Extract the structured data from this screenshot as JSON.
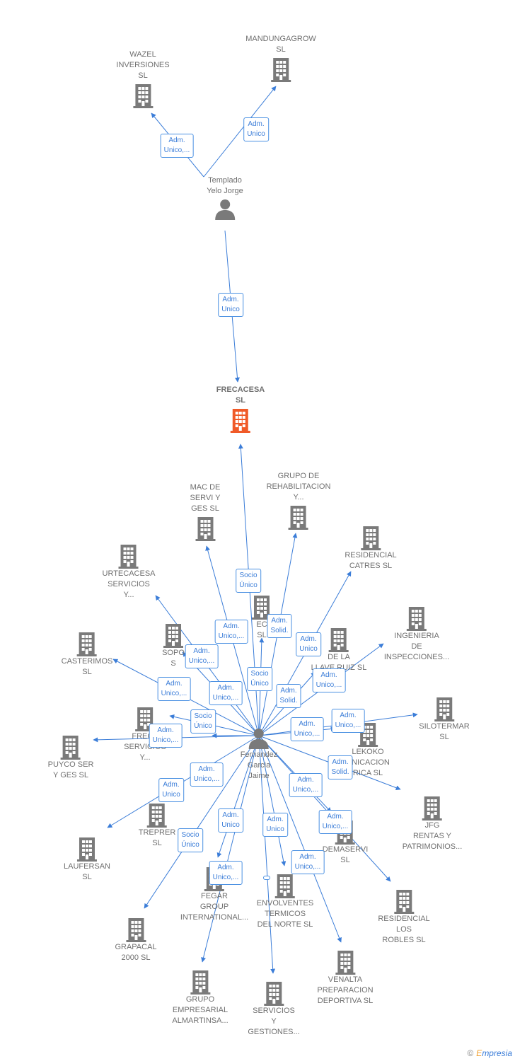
{
  "colors": {
    "edge": "#3b7dd8",
    "icon": "#7a7a7a",
    "focus_icon": "#f05a28",
    "person_icon": "#7a7a7a"
  },
  "nodes": [
    {
      "id": "wazel",
      "label": "WAZEL\nINVERSIONES\nSL",
      "icon": "building-icon"
    },
    {
      "id": "mandunga",
      "label": "MANDUNGAGROW\nSL",
      "icon": "building-icon"
    },
    {
      "id": "templado",
      "label": "Templado\nYelo Jorge",
      "icon": "person-icon"
    },
    {
      "id": "frecacesa",
      "label": "FRECACESA\nSL",
      "icon": "building-icon",
      "focus": true
    },
    {
      "id": "macdeservi",
      "label": "MAC DE\nSERVI Y\nGES  SL",
      "icon": "building-icon"
    },
    {
      "id": "gruporehab",
      "label": "GRUPO DE\nREHABILITACION\nY...",
      "icon": "building-icon"
    },
    {
      "id": "rescatres",
      "label": "RESIDENCIAL\nCATRES SL",
      "icon": "building-icon"
    },
    {
      "id": "urtecacesa",
      "label": "URTECACESA\nSERVICIOS\nY...",
      "icon": "building-icon"
    },
    {
      "id": "ingenieria",
      "label": "INGENIERIA\nDE\nINSPECCIONES...",
      "icon": "building-icon"
    },
    {
      "id": "casterimos",
      "label": "CASTERIMOS\nSL",
      "icon": "building-icon"
    },
    {
      "id": "sopo",
      "label": "SOPO\nS",
      "icon": "building-icon"
    },
    {
      "id": "ec",
      "label": "EC\nSL",
      "icon": "building-icon"
    },
    {
      "id": "delallave",
      "label": "DE LA\nLLAVE RUIZ SL",
      "icon": "building-icon"
    },
    {
      "id": "silotermar",
      "label": "SILOTERMAR\nSL",
      "icon": "building-icon"
    },
    {
      "id": "frecaserv",
      "label": "FRECA\nSERVICIOS\nY...",
      "icon": "building-icon"
    },
    {
      "id": "puyco",
      "label": "PUYCO SER\nY GES  SL",
      "icon": "building-icon"
    },
    {
      "id": "fernandez",
      "label": "Fernandez\nGarcia\nJaime",
      "icon": "person-icon"
    },
    {
      "id": "lekoko",
      "label": "LEKOKO\nUNICACION\nRICA  SL",
      "icon": "building-icon"
    },
    {
      "id": "jfg",
      "label": "JFG\nRENTAS Y\nPATRIMONIOS...",
      "icon": "building-icon"
    },
    {
      "id": "treprer",
      "label": "TREPRER\nSL",
      "icon": "building-icon"
    },
    {
      "id": "laufersan",
      "label": "LAUFERSAN\nSL",
      "icon": "building-icon"
    },
    {
      "id": "demaservi",
      "label": "DEMASERVI\nSL",
      "icon": "building-icon"
    },
    {
      "id": "fegar",
      "label": "FEGAR\nGROUP\nINTERNATIONAL...",
      "icon": "building-icon"
    },
    {
      "id": "envolventes",
      "label": "ENVOLVENTES\nTERMICOS\nDEL NORTE SL",
      "icon": "building-icon"
    },
    {
      "id": "reslosrobles",
      "label": "RESIDENCIAL\nLOS\nROBLES  SL",
      "icon": "building-icon"
    },
    {
      "id": "grapacal",
      "label": "GRAPACAL\n2000  SL",
      "icon": "building-icon"
    },
    {
      "id": "venalta",
      "label": "VENALTA\nPREPARACION\nDEPORTIVA  SL",
      "icon": "building-icon"
    },
    {
      "id": "grupoemp",
      "label": "GRUPO\nEMPRESARIAL\nALMARTINSA...",
      "icon": "building-icon"
    },
    {
      "id": "servicios",
      "label": "SERVICIOS\nY\nGESTIONES...",
      "icon": "building-icon"
    }
  ],
  "relations": [
    {
      "label": "Adm.\nUnico,..."
    },
    {
      "label": "Adm.\nUnico"
    },
    {
      "label": "Adm.\nUnico"
    },
    {
      "label": "Socio\nÚnico"
    },
    {
      "label": "Adm.\nSolid."
    },
    {
      "label": "Adm.\nUnico,..."
    },
    {
      "label": "Adm.\nUnico"
    },
    {
      "label": "Adm.\nUnico,..."
    },
    {
      "label": "Adm.\nUnico,..."
    },
    {
      "label": "Socio\nÚnico"
    },
    {
      "label": "Adm.\nUnico,..."
    },
    {
      "label": "Adm.\nUnico,..."
    },
    {
      "label": "Adm.\nSolid."
    },
    {
      "label": "Socio\nÚnico"
    },
    {
      "label": "Adm.\nUnico,..."
    },
    {
      "label": "Adm.\nUnico,..."
    },
    {
      "label": "Adm.\nUnico,..."
    },
    {
      "label": "Adm.\nSolid."
    },
    {
      "label": "Adm.\nUnico,..."
    },
    {
      "label": "Adm.\nUnico,..."
    },
    {
      "label": "Adm.\nUnico"
    },
    {
      "label": "Adm.\nUnico"
    },
    {
      "label": "Adm.\nUnico"
    },
    {
      "label": "Adm.\nUnico,..."
    },
    {
      "label": "Socio\nÚnico"
    },
    {
      "label": "Adm.\nUnico,..."
    },
    {
      "label": "Adm.\nUnico,..."
    }
  ],
  "brand": {
    "copyright": "©",
    "name_first": "E",
    "name_rest": "mpresia"
  }
}
